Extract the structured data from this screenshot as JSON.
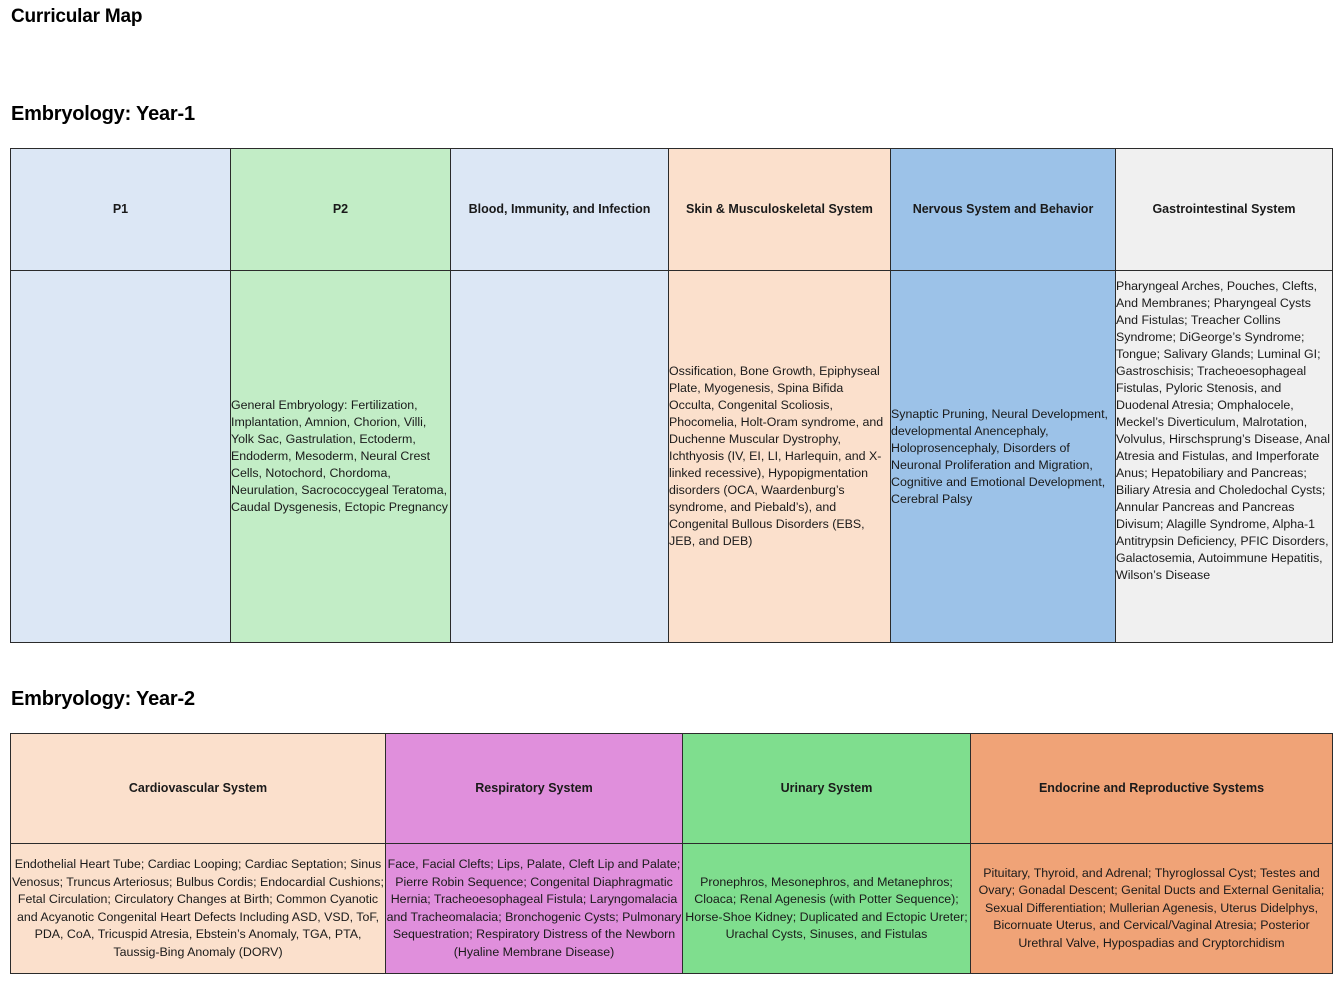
{
  "document": {
    "title": "Curricular Map"
  },
  "sections": [
    {
      "id": "year1",
      "title": "Embryology: Year-1",
      "columns": [
        {
          "header": "P1",
          "header_bg": "#dce7f5",
          "body_bg": "#dce7f5",
          "body": ""
        },
        {
          "header": "P2",
          "header_bg": "#c2edc6",
          "body_bg": "#c2edc6",
          "body": "General Embryology: Fertilization, Implantation, Amnion, Chorion, Villi, Yolk Sac, Gastrulation, Ectoderm, Endoderm, Mesoderm, Neural Crest Cells, Notochord, Chordoma, Neurulation, Sacrococcygeal Teratoma, Caudal Dysgenesis, Ectopic Pregnancy"
        },
        {
          "header": "Blood, Immunity, and Infection",
          "header_bg": "#dce7f5",
          "body_bg": "#dce7f5",
          "body": ""
        },
        {
          "header": "Skin & Musculoskeletal System",
          "header_bg": "#fbe0cc",
          "body_bg": "#fbe0cc",
          "body": "Ossification, Bone Growth, Epiphyseal Plate, Myogenesis, Spina Bifida Occulta, Congenital Scoliosis, Phocomelia, Holt-Oram syndrome, and Duchenne Muscular Dystrophy, Ichthyosis (IV, EI, LI, Harlequin, and X-linked recessive), Hypopigmentation disorders (OCA, Waardenburg’s syndrome, and Piebald’s), and Congenital Bullous Disorders (EBS, JEB, and DEB)"
        },
        {
          "header": "Nervous System and Behavior",
          "header_bg": "#9cc2e8",
          "body_bg": "#9cc2e8",
          "body": "Synaptic Pruning, Neural Development, developmental Anencephaly, Holoprosencephaly, Disorders of Neuronal Proliferation and Migration, Cognitive and Emotional Development, Cerebral Palsy"
        },
        {
          "header": "Gastrointestinal System",
          "header_bg": "#f0f0f0",
          "body_bg": "#f0f0f0",
          "body": "Pharyngeal Arches, Pouches, Clefts, And Membranes; Pharyngeal Cysts And Fistulas; Treacher Collins Syndrome; DiGeorge’s Syndrome; Tongue; Salivary Glands; Luminal GI; Gastroschisis; Tracheoesophageal Fistulas, Pyloric Stenosis, and Duodenal Atresia; Omphalocele, Meckel’s Diverticulum, Malrotation, Volvulus, Hirschsprung’s Disease, Anal Atresia and Fistulas, and Imperforate Anus; Hepatobiliary and Pancreas; Biliary Atresia and Choledochal Cysts; Annular Pancreas and Pancreas Divisum; Alagille Syndrome, Alpha-1 Antitrypsin Deficiency, PFIC Disorders, Galactosemia, Autoimmune Hepatitis, Wilson’s Disease"
        }
      ]
    },
    {
      "id": "year2",
      "title": "Embryology: Year-2",
      "columns": [
        {
          "header": "Cardiovascular System",
          "header_bg": "#fbe0cc",
          "body_bg": "#fbe0cc",
          "body": "Endothelial Heart Tube; Cardiac Looping; Cardiac Septation; Sinus Venosus; Truncus Arteriosus; Bulbus Cordis; Endocardial Cushions; Fetal Circulation; Circulatory Changes at Birth; Common Cyanotic and Acyanotic Congenital Heart Defects Including ASD, VSD, ToF, PDA, CoA, Tricuspid Atresia, Ebstein’s Anomaly, TGA, PTA, Taussig-Bing Anomaly (DORV)"
        },
        {
          "header": "Respiratory System",
          "header_bg": "#e08fdc",
          "body_bg": "#e08fdc",
          "body": "Face, Facial Clefts; Lips, Palate, Cleft Lip and Palate; Pierre Robin Sequence; Congenital Diaphragmatic Hernia; Tracheoesophageal Fistula; Laryngomalacia and Tracheomalacia; Bronchogenic Cysts; Pulmonary Sequestration; Respiratory Distress of the Newborn (Hyaline Membrane Disease)"
        },
        {
          "header": "Urinary System",
          "header_bg": "#7fde8e",
          "body_bg": "#7fde8e",
          "body": "Pronephros, Mesonephros, and Metanephros; Cloaca; Renal Agenesis (with Potter Sequence); Horse-Shoe Kidney; Duplicated and Ectopic Ureter; Urachal Cysts, Sinuses, and Fistulas"
        },
        {
          "header": "Endocrine and Reproductive Systems",
          "header_bg": "#f0a377",
          "body_bg": "#f0a377",
          "body": "Pituitary, Thyroid, and Adrenal; Thyroglossal Cyst; Testes and Ovary; Gonadal Descent; Genital Ducts and External Genitalia; Sexual Differentiation; Mullerian Agenesis, Uterus Didelphys, Bicornuate Uterus, and Cervical/Vaginal Atresia; Posterior Urethral Valve, Hypospadias and Cryptorchidism"
        }
      ]
    }
  ]
}
